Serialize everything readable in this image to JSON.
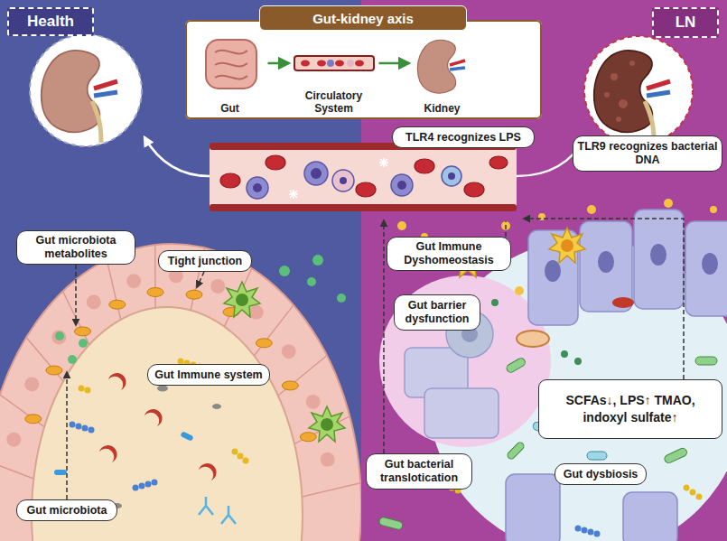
{
  "diagram": {
    "nodes": [
      {
        "text": [
          "Health"
        ]
      },
      {
        "text": [
          "LN"
        ]
      },
      {
        "text": [
          "Gut-kidney axis"
        ]
      },
      {
        "text": [
          "Gut"
        ],
        "in": 2
      },
      {
        "text": [
          "Circulatory System"
        ],
        "in": 2
      },
      {
        "text": [
          "Kidney"
        ],
        "in": 2
      },
      {
        "text": [
          "TLR4 recognizes LPS"
        ]
      },
      {
        "text": [
          "TLR9 recognizes bacterial DNA"
        ]
      },
      {
        "text": [
          "Gut microbiota metabolites"
        ]
      },
      {
        "text": [
          "Tight junction"
        ]
      },
      {
        "text": [
          "Gut Immune system"
        ]
      },
      {
        "text": [
          "Gut microbiota"
        ]
      },
      {
        "text": [
          "Gut Immune Dyshomeostasis"
        ]
      },
      {
        "text": [
          "Gut barrier dysfunction"
        ]
      },
      {
        "text": [
          "SCFAs↓, LPS↑ TMAO, indoxyl sulfate↑"
        ]
      },
      {
        "text": [
          "Gut dysbiosis"
        ]
      },
      {
        "text": [
          "Gut bacterial translotication"
        ]
      }
    ],
    "edges": [
      {
        "from": 3,
        "to": 4,
        "arrow": "to"
      },
      {
        "from": 4,
        "to": 5,
        "arrow": "to"
      }
    ]
  }
}
